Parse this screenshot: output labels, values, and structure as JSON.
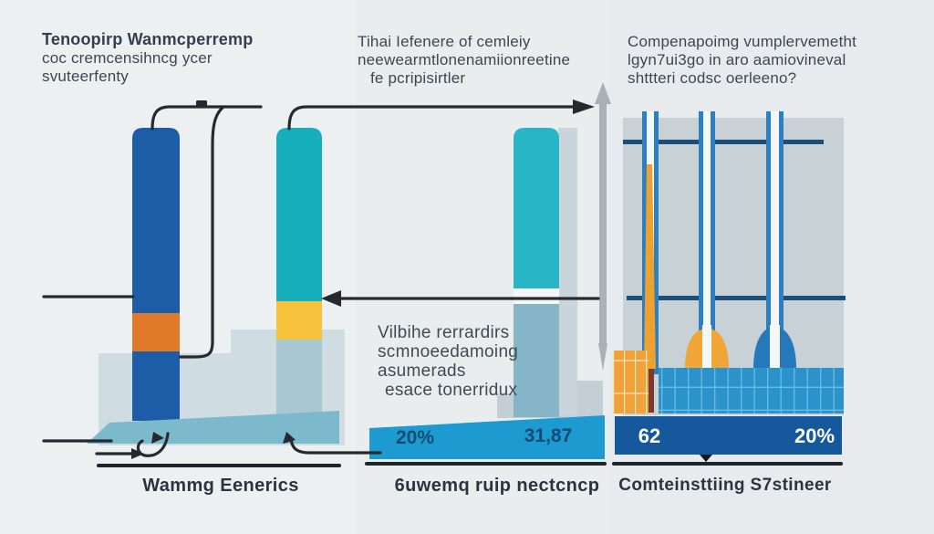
{
  "figure": {
    "type": "climate-heat-infographic",
    "background": "#e9edef"
  },
  "notes": {
    "top_left": {
      "line1": "Tenoopirp Wanmcperremp",
      "line2": "coc cremcensihncg ycer",
      "line3": "svuteerfenty"
    },
    "top_middle": {
      "line1": "Tihai Iefenere of cemleiy",
      "line2": "neewearmtlonenamiionreetine",
      "line3": "fe pcripisirtler"
    },
    "top_right": {
      "line1": "Compenapoimg vumplervemetht",
      "line2": "lgyn7ui3go in aro aamiovineval",
      "line3": "shttteri codsc oerleeno?"
    },
    "middle_note": {
      "line1": "Vilbihe rerrardirs",
      "line2": "scmnoeedamoing",
      "line3": "asumerads",
      "line4": "esace tonerridux"
    }
  },
  "banners": {
    "middle": {
      "left_value": "20%",
      "right_value": "31,87",
      "fill": "#1d9bd0",
      "text_color": "#114a72"
    },
    "right": {
      "left_value": "62",
      "right_value": "20%",
      "fill": "#15599c",
      "text_color": "#ffffff"
    }
  },
  "captions": {
    "left": "Wammg Eenerics",
    "middle": "6uwemq ruip nectcncp",
    "right": "Comteinsttiing S7stineer"
  },
  "colors": {
    "bar_dark_blue": "#1d5ca6",
    "bar_orange_segment": "#e0792a",
    "bar_teal": "#17aebc",
    "bar_yellow_segment": "#f6c23c",
    "bar_submerged_light": "#a9c7d3",
    "bar_cyan": "#28b5c6",
    "bar_cyan_submerged": "#85b5c6",
    "ground_wedge": "#7db9cd",
    "terrace": "#cfdde3",
    "panel_gray": "#c7d1d6",
    "tube_blue": "#2e7fc0",
    "thermometer_orange": "#eda12f",
    "thermometer_maroon": "#7b3a2c",
    "bulb_yellow": "#f0a636",
    "bulb_blue": "#2579ba",
    "mosaic_blue": "#2b93ca",
    "mosaic_orange": "#f0a13a",
    "navy_line": "#1d4e7a",
    "wire": "#262a2f",
    "gray_arrow": "#a8b1b8"
  }
}
